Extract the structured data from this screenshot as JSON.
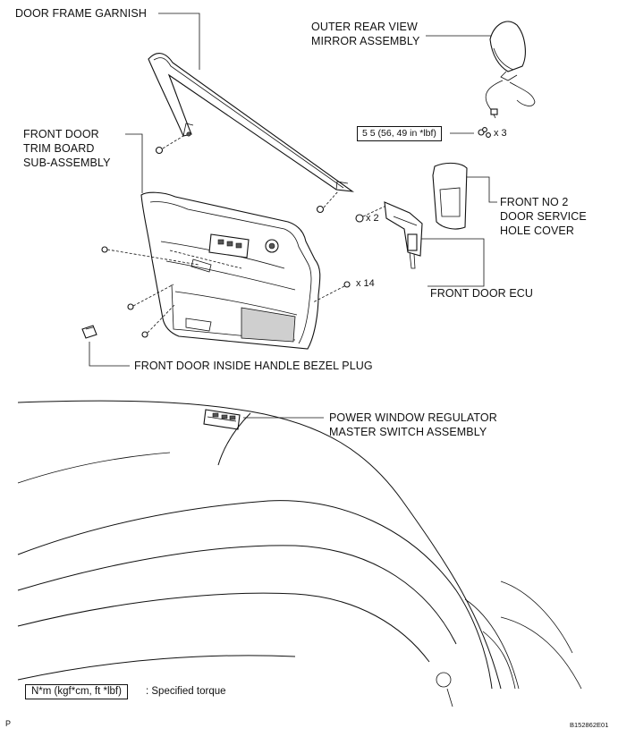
{
  "labels": {
    "door_frame_garnish": "DOOR FRAME GARNISH",
    "outer_mirror_line1": "OUTER REAR VIEW",
    "outer_mirror_line2": "MIRROR ASSEMBLY",
    "trim_board_line1": "FRONT DOOR",
    "trim_board_line2": "TRIM BOARD",
    "trim_board_line3": "SUB-ASSEMBLY",
    "service_cover_line1": "FRONT NO  2",
    "service_cover_line2": "DOOR SERVICE",
    "service_cover_line3": "HOLE COVER",
    "door_ecu": "FRONT DOOR ECU",
    "bezel_plug": "FRONT DOOR INSIDE HANDLE BEZEL PLUG",
    "switch_line1": "POWER WINDOW REGULATOR",
    "switch_line2": "MASTER SWITCH ASSEMBLY"
  },
  "quantities": {
    "mirror_nuts": "x 3",
    "ecu_screws": "x 2",
    "trim_clips": "x 14"
  },
  "torque": {
    "value": "5 5 (56, 49 in *lbf)"
  },
  "legend": {
    "box": "N*m (kgf*cm, ft *lbf)",
    "text": ": Specified torque"
  },
  "corner_mark": "P",
  "figure_id": "B152862E01",
  "colors": {
    "line": "#111111",
    "background": "#ffffff"
  }
}
